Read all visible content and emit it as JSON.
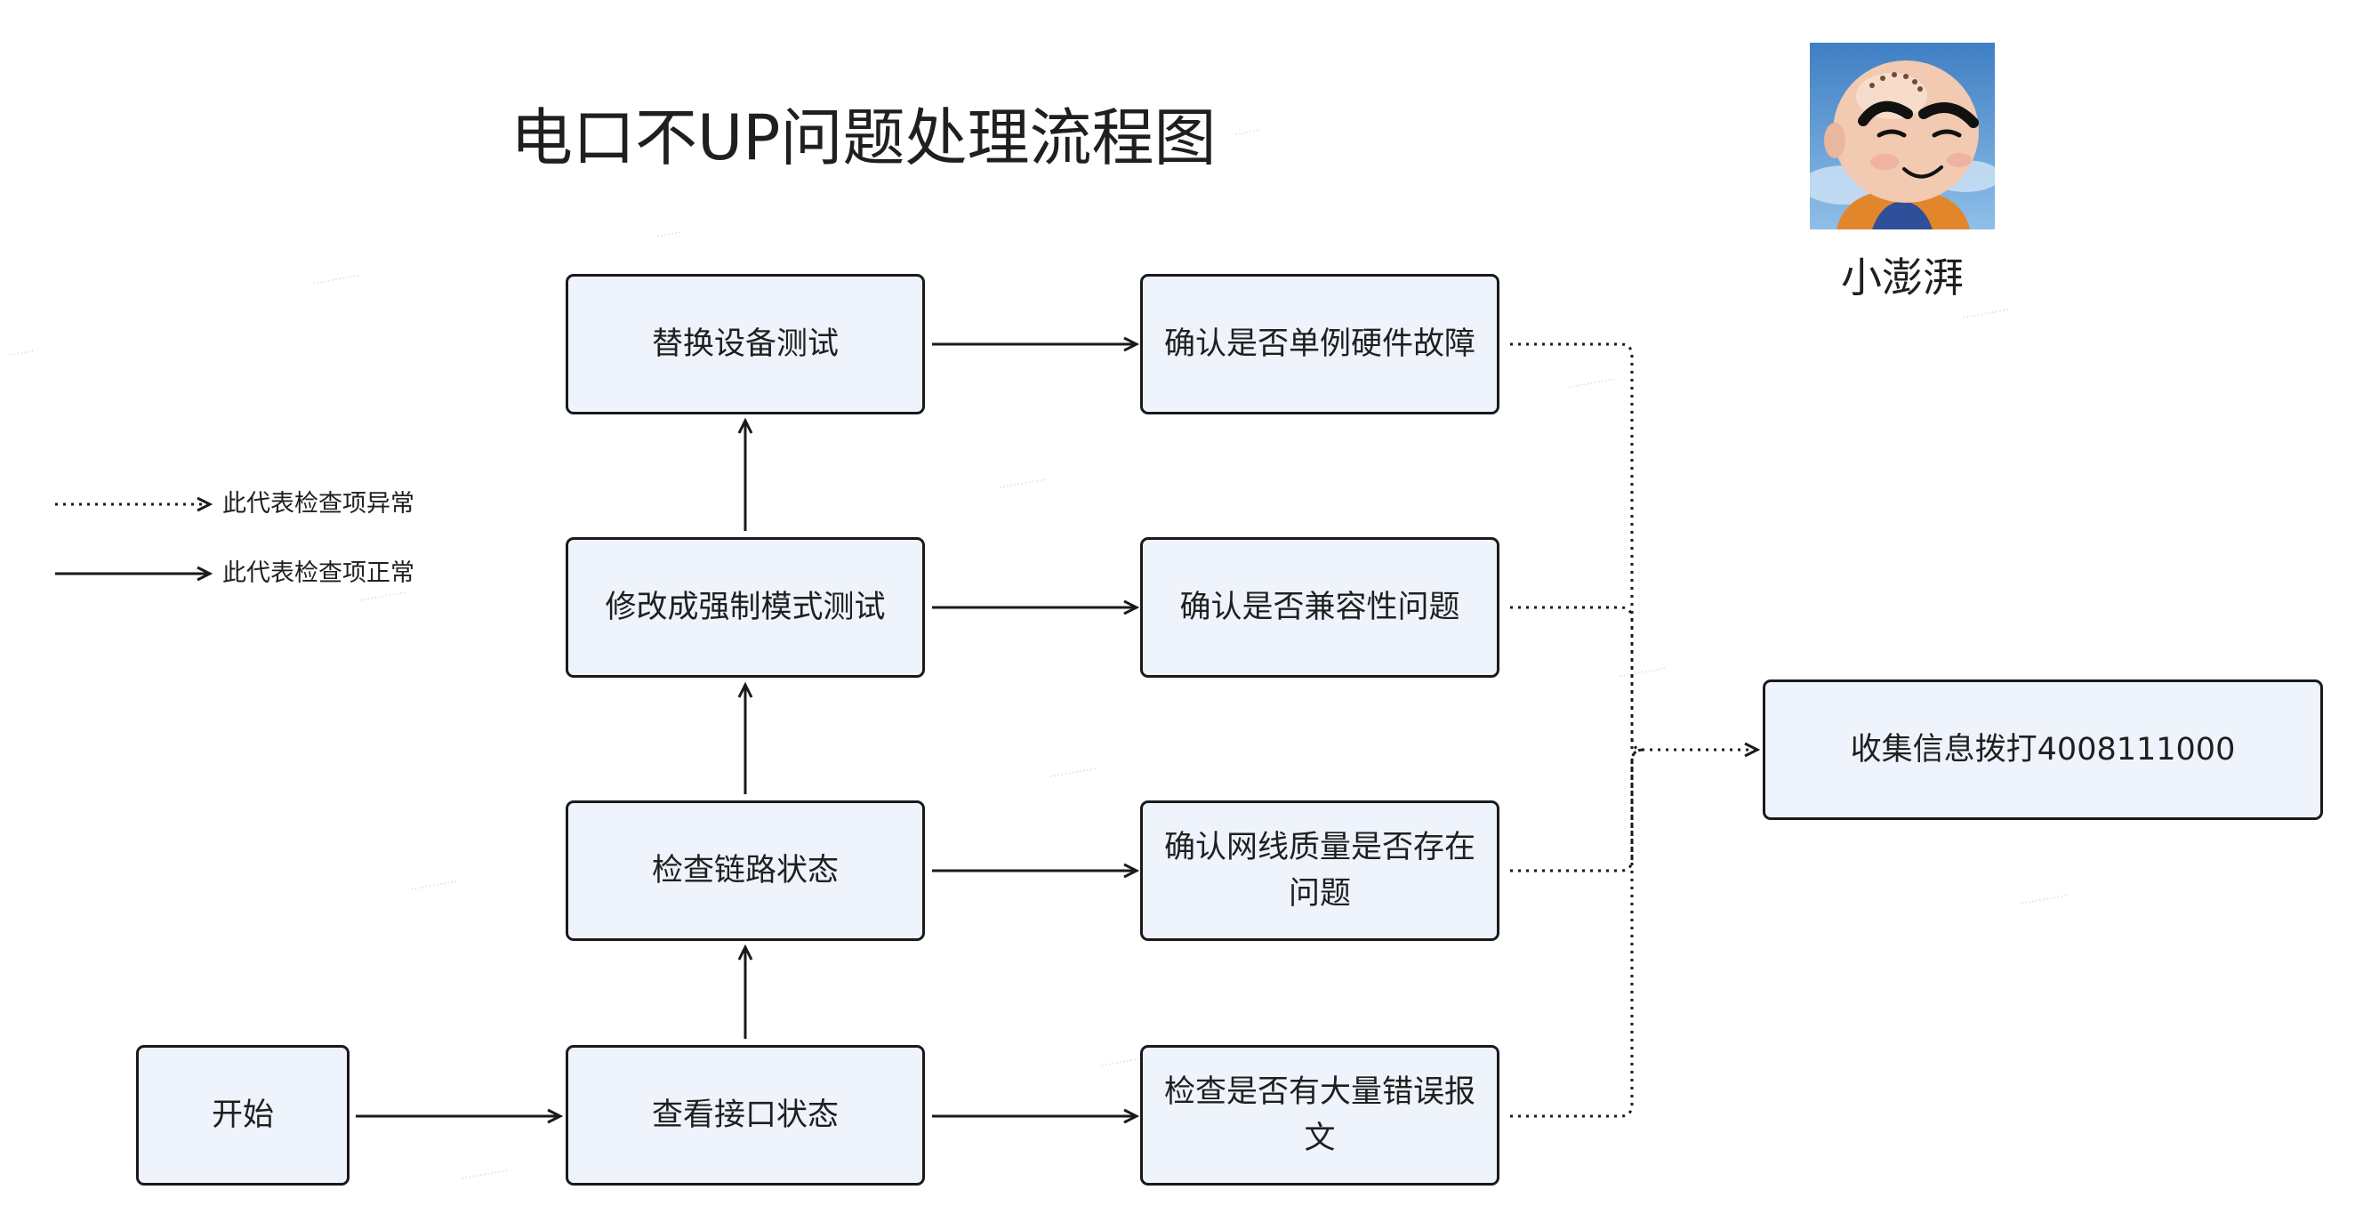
{
  "title": "电口不UP问题处理流程图",
  "author": {
    "name": "小澎湃"
  },
  "legend": {
    "dotted": {
      "label": "此代表检查项异常"
    },
    "solid": {
      "label": "此代表检查项正常"
    }
  },
  "nodes": {
    "start": "开始",
    "check_port": "查看接口状态",
    "check_link": "检查链路状态",
    "force_mode": "修改成强制模式测试",
    "replace_device": "替换设备测试",
    "confirm_hardware": "确认是否单例硬件故障",
    "confirm_compat": "确认是否兼容性问题",
    "confirm_cable": "确认网线质量是否存在问题",
    "check_errors": "检查是否有大量错误报文",
    "collect": "收集信息拨打4008111000"
  },
  "colors": {
    "node_fill": "#eef3fc",
    "node_border": "#1a1a1a",
    "line": "#1a1a1a"
  }
}
